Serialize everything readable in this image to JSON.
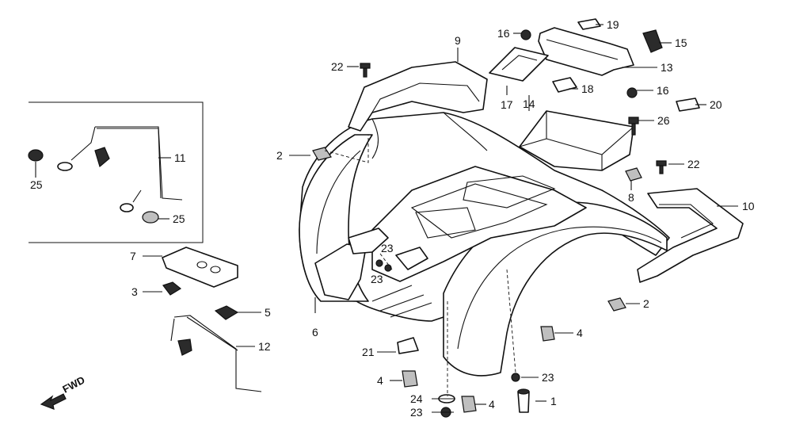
{
  "diagram": {
    "direction_label": "FWD",
    "callouts": [
      {
        "id": "c1",
        "text": "1"
      },
      {
        "id": "c2a",
        "text": "2"
      },
      {
        "id": "c2b",
        "text": "2"
      },
      {
        "id": "c3",
        "text": "3"
      },
      {
        "id": "c4a",
        "text": "4"
      },
      {
        "id": "c4b",
        "text": "4"
      },
      {
        "id": "c4c",
        "text": "4"
      },
      {
        "id": "c5",
        "text": "5"
      },
      {
        "id": "c6",
        "text": "6"
      },
      {
        "id": "c7",
        "text": "7"
      },
      {
        "id": "c8",
        "text": "8"
      },
      {
        "id": "c9",
        "text": "9"
      },
      {
        "id": "c10",
        "text": "10"
      },
      {
        "id": "c11",
        "text": "11"
      },
      {
        "id": "c12",
        "text": "12"
      },
      {
        "id": "c13",
        "text": "13"
      },
      {
        "id": "c14",
        "text": "14"
      },
      {
        "id": "c15",
        "text": "15"
      },
      {
        "id": "c16a",
        "text": "16"
      },
      {
        "id": "c16b",
        "text": "16"
      },
      {
        "id": "c17",
        "text": "17"
      },
      {
        "id": "c18",
        "text": "18"
      },
      {
        "id": "c19",
        "text": "19"
      },
      {
        "id": "c20",
        "text": "20"
      },
      {
        "id": "c21",
        "text": "21"
      },
      {
        "id": "c22a",
        "text": "22"
      },
      {
        "id": "c22b",
        "text": "22"
      },
      {
        "id": "c23a",
        "text": "23"
      },
      {
        "id": "c23b",
        "text": "23"
      },
      {
        "id": "c23c",
        "text": "23"
      },
      {
        "id": "c23d",
        "text": "23"
      },
      {
        "id": "c24",
        "text": "24"
      },
      {
        "id": "c25a",
        "text": "25"
      },
      {
        "id": "c25b",
        "text": "25"
      },
      {
        "id": "c26",
        "text": "26"
      }
    ]
  }
}
